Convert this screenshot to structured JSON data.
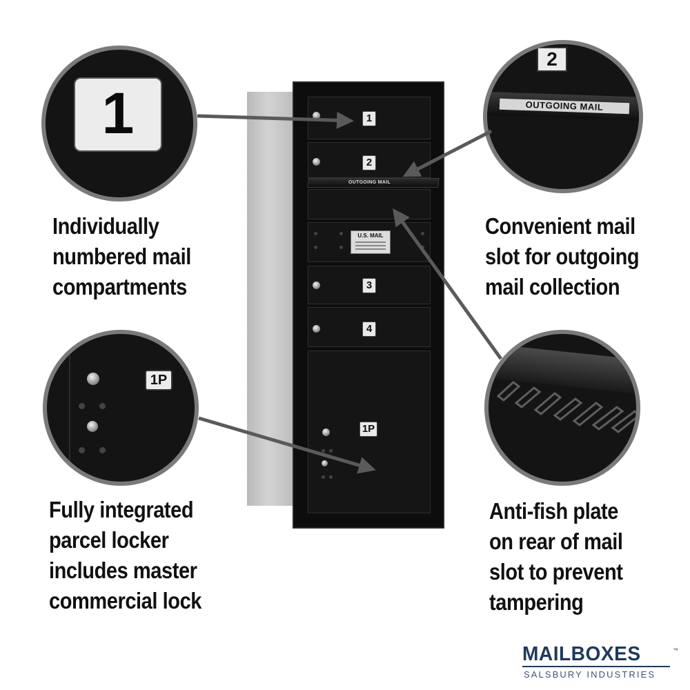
{
  "features": [
    {
      "id": "numbered",
      "lines": [
        "Individually",
        "numbered mail",
        "compartments"
      ]
    },
    {
      "id": "outgoing",
      "lines": [
        "Convenient mail",
        "slot for outgoing",
        "mail collection"
      ]
    },
    {
      "id": "parcel",
      "lines": [
        "Fully integrated",
        "parcel locker",
        "includes master",
        "commercial lock"
      ]
    },
    {
      "id": "antifish",
      "lines": [
        "Anti-fish plate",
        "on rear of mail",
        "slot to prevent",
        "tampering"
      ]
    }
  ],
  "callouts": {
    "number_zoom_label": "1",
    "outgoing_zoom_number": "2",
    "outgoing_zoom_label": "OUTGOING MAIL",
    "parcel_zoom_label": "1P"
  },
  "mailbox": {
    "door_numbers": [
      "1",
      "2",
      "3",
      "4"
    ],
    "parcel_number": "1P",
    "slot_label": "OUTGOING MAIL",
    "plate_title": "U.S. MAIL"
  },
  "logo": {
    "brand": "MAILBOXES",
    "trademark": "™",
    "tagline": "SALSBURY INDUSTRIES"
  },
  "colors": {
    "text": "#111111",
    "circle_bg": "#141414",
    "circle_border": "#7a7a7a",
    "arrow": "#5a5a5a",
    "brand": "#1e3a5c"
  }
}
